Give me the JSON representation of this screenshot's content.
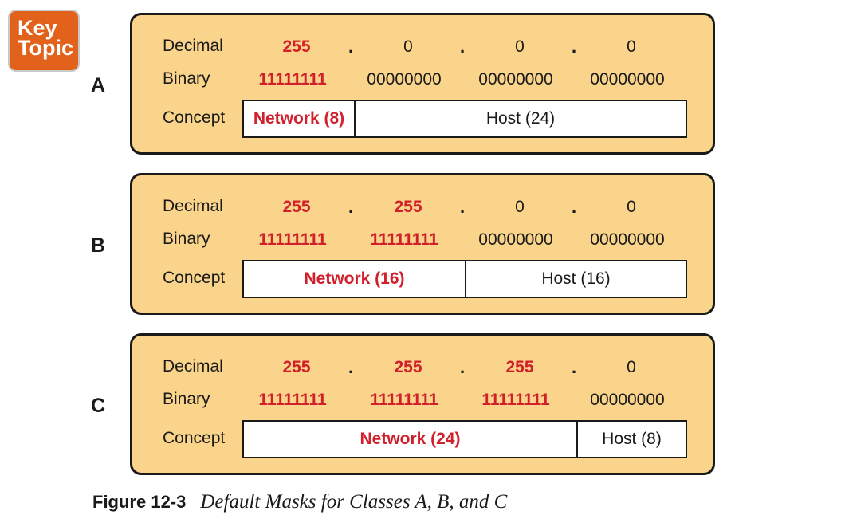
{
  "badge": {
    "line1": "Key",
    "line2": "Topic"
  },
  "labels": {
    "decimal": "Decimal",
    "binary": "Binary",
    "concept": "Concept"
  },
  "separator": ".",
  "classes": [
    {
      "letter": "A",
      "decimal": [
        "255",
        "0",
        "0",
        "0"
      ],
      "binary": [
        "11111111",
        "00000000",
        "00000000",
        "00000000"
      ],
      "network_octets": 1,
      "network_label": "Network (8)",
      "host_label": "Host (24)"
    },
    {
      "letter": "B",
      "decimal": [
        "255",
        "255",
        "0",
        "0"
      ],
      "binary": [
        "11111111",
        "11111111",
        "00000000",
        "00000000"
      ],
      "network_octets": 2,
      "network_label": "Network (16)",
      "host_label": "Host (16)"
    },
    {
      "letter": "C",
      "decimal": [
        "255",
        "255",
        "255",
        "0"
      ],
      "binary": [
        "11111111",
        "11111111",
        "11111111",
        "00000000"
      ],
      "network_octets": 3,
      "network_label": "Network (24)",
      "host_label": "Host (8)"
    }
  ],
  "caption": {
    "number": "Figure 12-3",
    "title": "Default Masks for Classes A, B, and C"
  },
  "colors": {
    "panel": "#f9d48a",
    "network_text": "#d21f2c",
    "badge": "#e2621c"
  }
}
